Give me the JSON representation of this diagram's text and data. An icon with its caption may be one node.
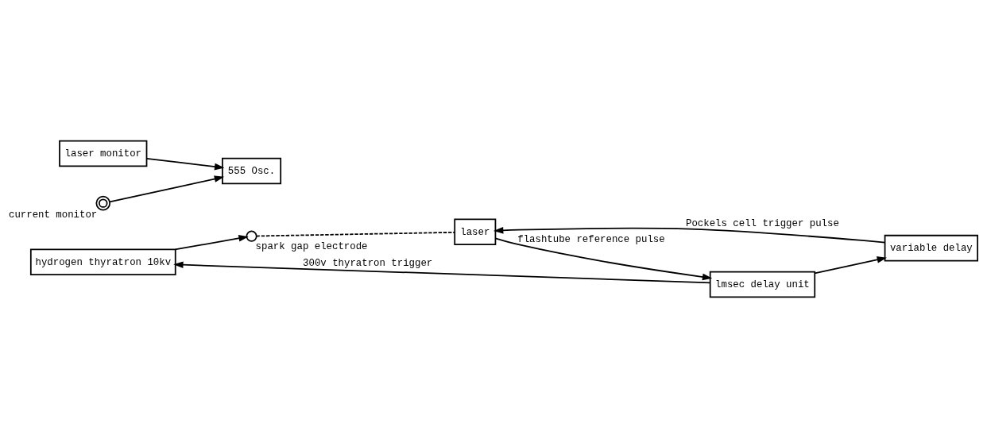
{
  "diagram": {
    "nodes": [
      {
        "text": [
          "hydrogen thyratron 10kv"
        ]
      },
      {
        "text": [
          "lmsec delay unit"
        ]
      },
      {
        "text": [
          "variable delay"
        ]
      },
      {
        "text": [
          "laser monitor"
        ]
      },
      {
        "text": [],
        "shape": "circle",
        "beside": [
          "spark gap electrode"
        ]
      },
      {
        "text": [
          "laser"
        ]
      },
      {
        "text": [],
        "shape": "coil",
        "beside": [
          "current monitor"
        ]
      },
      {
        "text": [
          "555 Osc."
        ]
      }
    ],
    "edges": [
      {
        "from": 1,
        "to": 0,
        "arrow": "to",
        "label": "300v thyratron trigger"
      },
      {
        "from": 1,
        "to": 2,
        "arrow": "to"
      },
      {
        "from": 0,
        "to": 4,
        "arrow": "to"
      },
      {
        "from": 4,
        "to": 5,
        "arrow": "none",
        "style": "dashed"
      },
      {
        "from": 3,
        "to": 7,
        "arrow": "to"
      },
      {
        "from": 6,
        "to": 7,
        "arrow": "to"
      },
      {
        "from": 2,
        "to": 5,
        "arrow": "to",
        "label": "Pockels cell trigger pulse"
      },
      {
        "from": 5,
        "to": 1,
        "arrow": "to",
        "label": "flashtube reference pulse"
      }
    ]
  }
}
